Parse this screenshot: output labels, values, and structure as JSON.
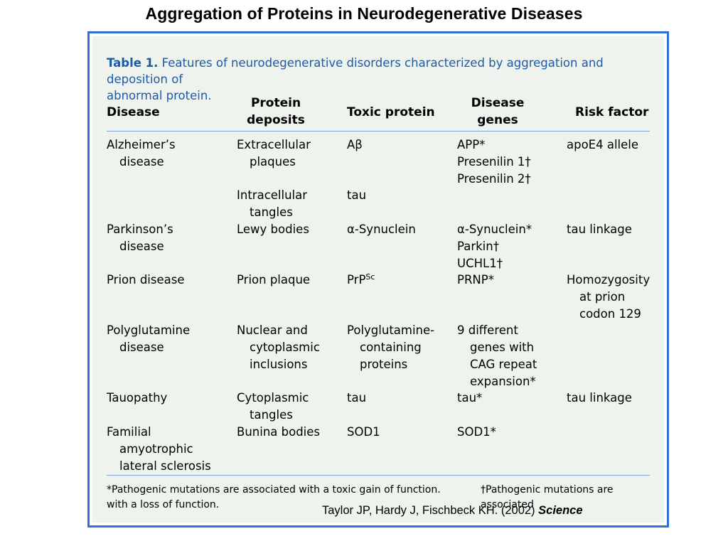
{
  "slide": {
    "title": "Aggregation of Proteins in Neurodegenerative Diseases",
    "citation_text": "Taylor JP, Hardy J, Fischbeck KH. (2002) ",
    "citation_journal": "Science"
  },
  "table": {
    "caption_lead": "Table 1.",
    "caption_line1_rest": " Features of neurodegenerative disorders characterized by aggregation and deposition of",
    "caption_line2": "abnormal protein.",
    "headers": {
      "disease": "Disease",
      "protein_deposits_1": "Protein",
      "protein_deposits_2": "deposits",
      "toxic_protein": "Toxic protein",
      "disease_genes_1": "Disease",
      "disease_genes_2": "genes",
      "risk_factor": "Risk factor"
    },
    "rows": [
      {
        "disease": [
          "Alzheimer’s",
          "disease"
        ],
        "deposits": [
          "Extracellular",
          "plaques"
        ],
        "toxic": [
          "Aβ"
        ],
        "genes": [
          "APP*",
          "Presenilin 1†",
          "Presenilin 2†"
        ],
        "risk": [
          "apoE4 allele"
        ]
      },
      {
        "disease": [],
        "deposits": [
          "Intracellular",
          "tangles"
        ],
        "toxic": [
          "tau"
        ],
        "genes": [],
        "risk": []
      },
      {
        "disease": [
          "Parkinson’s",
          "disease"
        ],
        "deposits": [
          "Lewy bodies"
        ],
        "toxic": [
          "α-Synuclein"
        ],
        "genes": [
          "α-Synuclein*",
          "Parkin†",
          "UCHL1†"
        ],
        "risk": [
          "tau linkage"
        ]
      },
      {
        "disease": [
          "Prion disease"
        ],
        "deposits": [
          "Prion plaque"
        ],
        "toxic_base": "PrP",
        "toxic_sup": "Sc",
        "genes": [
          "PRNP*"
        ],
        "risk": [
          "Homozygosity",
          "at prion",
          "codon 129"
        ]
      },
      {
        "disease": [
          "Polyglutamine",
          "disease"
        ],
        "deposits": [
          "Nuclear and",
          "cytoplasmic",
          "inclusions"
        ],
        "toxic": [
          "Polyglutamine-",
          "containing",
          "proteins"
        ],
        "genes": [
          "9 different",
          "genes with",
          "CAG repeat",
          "expansion*"
        ],
        "risk": []
      },
      {
        "disease": [
          "Tauopathy"
        ],
        "deposits": [
          "Cytoplasmic",
          "tangles"
        ],
        "toxic": [
          "tau"
        ],
        "genes": [
          "tau*"
        ],
        "risk": [
          "tau linkage"
        ]
      },
      {
        "disease": [
          "Familial",
          "amyotrophic",
          "lateral sclerosis"
        ],
        "deposits": [
          "Bunina bodies"
        ],
        "toxic": [
          "SOD1"
        ],
        "genes": [
          "SOD1*"
        ],
        "risk": []
      }
    ],
    "footnote_1_line1": "*Pathogenic mutations are associated with a toxic gain of function.",
    "footnote_1_line2": "with a loss of function.",
    "footnote_2": "†Pathogenic mutations are associated"
  }
}
